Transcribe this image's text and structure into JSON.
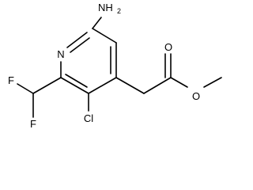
{
  "molecule": {
    "atoms": {
      "nh2": "NH",
      "nh2_sub": "2",
      "n": "N",
      "f_top": "F",
      "f_bottom": "F",
      "cl": "Cl",
      "o_carbonyl": "O",
      "o_ester": "O"
    },
    "colors": {
      "bond": "#000000",
      "text": "#000000",
      "background": "#ffffff"
    }
  }
}
